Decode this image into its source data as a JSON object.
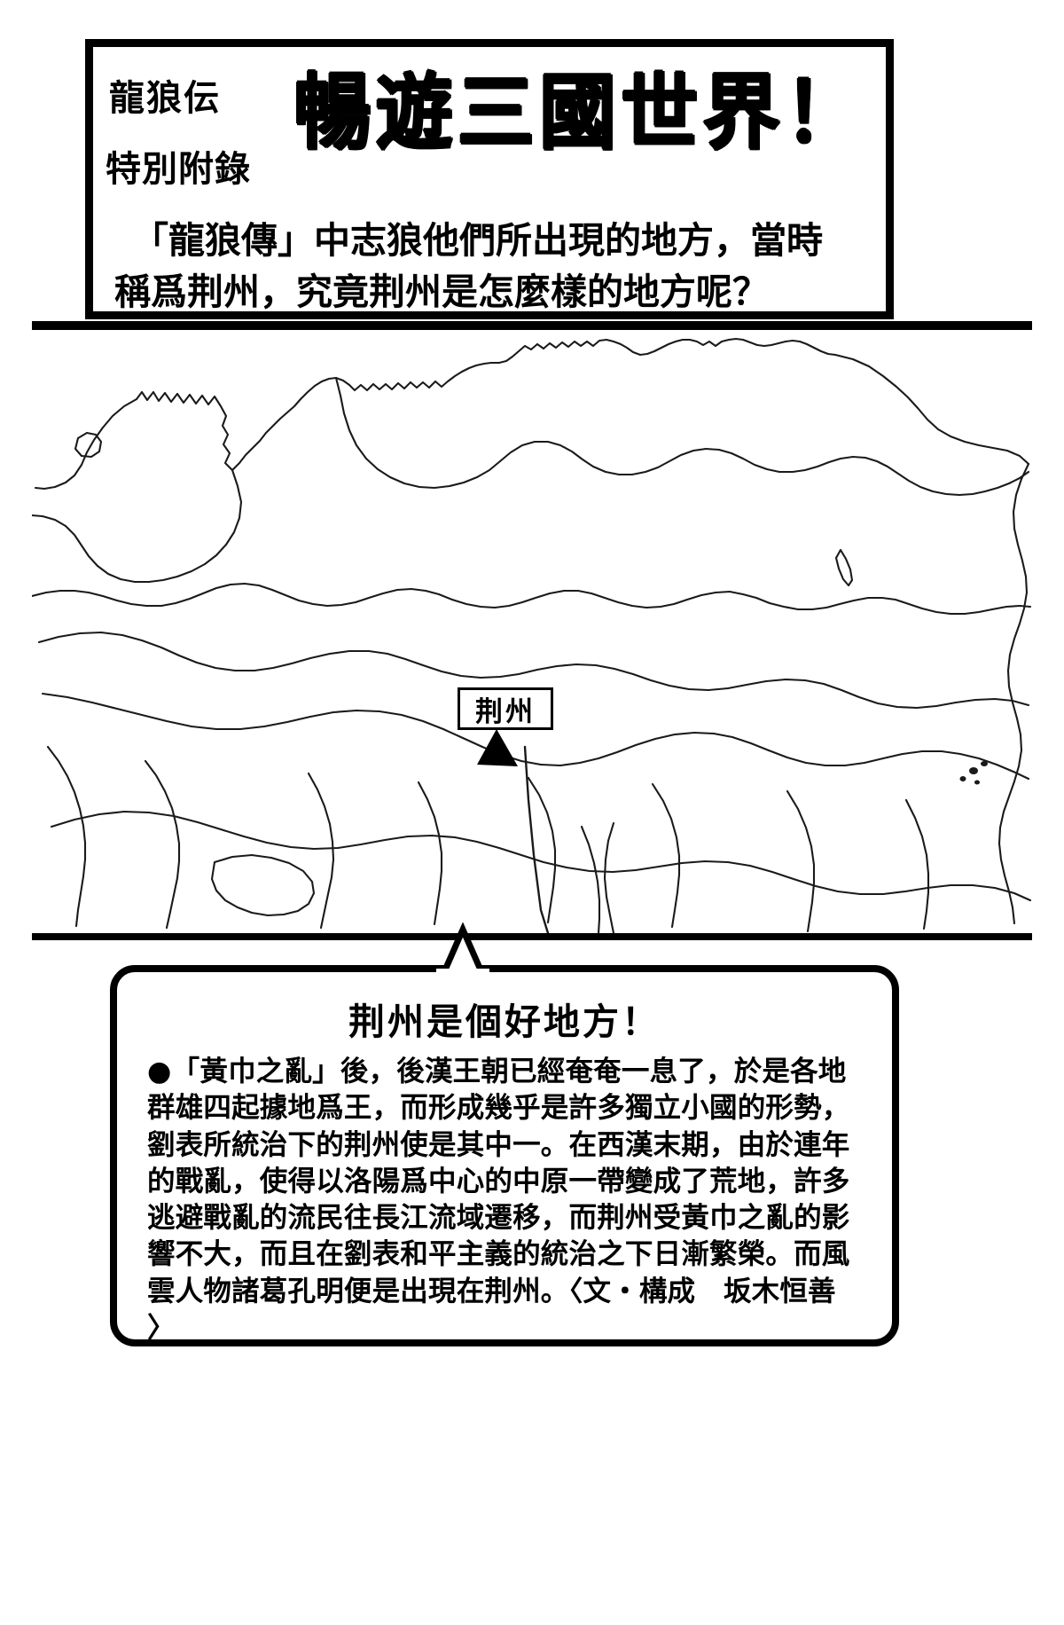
{
  "header": {
    "series_title": "龍狼伝",
    "series_sub": "特別附錄",
    "brush_title": "暢遊三國世界！",
    "lead_line_1": "「龍狼傳」中志狼他們所出現的地方，當時",
    "lead_line_2": "稱爲荆州，究竟荆州是怎麼樣的地方呢？"
  },
  "map": {
    "label": "荆州",
    "pointer": "arrow-marker"
  },
  "caption": {
    "title": "荆州是個好地方！",
    "bullet": "●",
    "lines": [
      "●「黃巾之亂」後，後漢王朝已經奄奄一息了，於是各地",
      "群雄四起據地爲王，而形成幾乎是許多獨立小國的形勢，",
      "劉表所統治下的荆州使是其中一。在西漢末期，由於連年",
      "的戰亂，使得以洛陽爲中心的中原一帶變成了荒地，許多",
      "逃避戰亂的流民往長江流域遷移，而荆州受黃巾之亂的影",
      "響不大，而且在劉表和平主義的統治之下日漸繁榮。而風",
      "雲人物諸葛孔明便是出現在荆州。〈文・構成　坂木恒善",
      "〉"
    ]
  },
  "colors": {
    "ink": "#000000",
    "paper": "#ffffff"
  }
}
